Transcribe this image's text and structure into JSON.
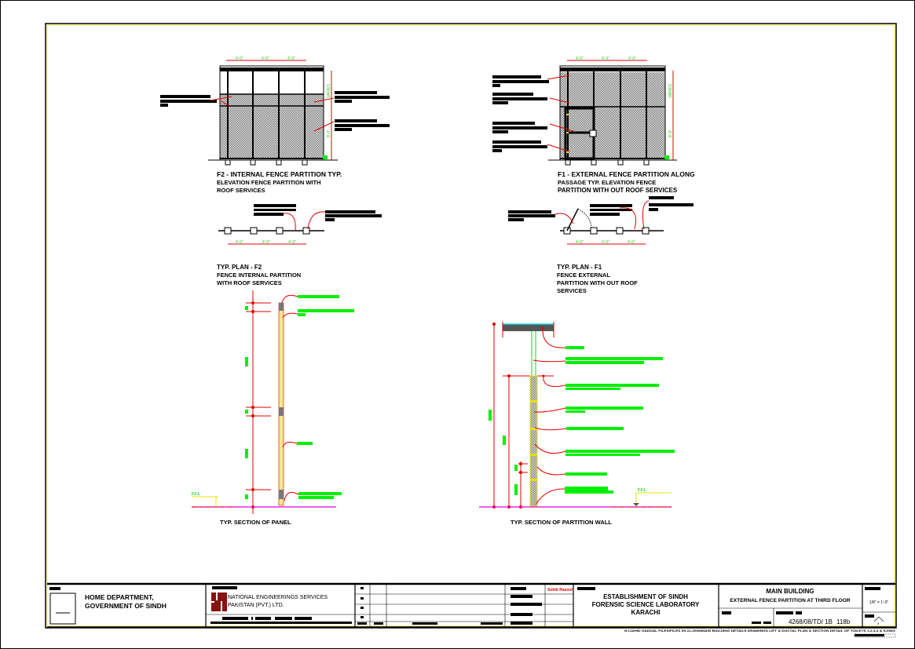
{
  "drawings": {
    "f2_elevation": {
      "title_lines": [
        "F2 - INTERNAL FENCE PARTITION TYP.",
        "ELEVATION FENCE PARTITION WITH",
        "ROOF SERVICES"
      ],
      "dims_top": [
        "4'-0\"",
        "4'-0\"",
        "4'-0\""
      ],
      "dims_right": [
        "VARIES",
        "8'-0\""
      ]
    },
    "f1_elevation": {
      "title_lines": [
        "F1 - EXTERNAL FENCE PARTITION ALONG",
        "PASSAGE TYP. ELEVATION FENCE",
        "PARTITION WITH OUT ROOF SERVICES"
      ],
      "dims_top": [
        "4'-0\"",
        "4'-0\"",
        "4'-0\""
      ],
      "dims_right": [
        "VARIES",
        "8'-0\""
      ]
    },
    "f2_plan": {
      "title_lines": [
        "TYP. PLAN - F2",
        "FENCE INTERNAL PARTITION",
        "WITH ROOF SERVICES"
      ],
      "dims": [
        "4'-0\"",
        "4'-0\"",
        "4'-0\""
      ]
    },
    "f1_plan": {
      "title_lines": [
        "TYP. PLAN  - F1",
        "FENCE EXTERNAL",
        "PARTITION WITH OUT ROOF",
        "SERVICES"
      ],
      "dims": [
        "4'-0\"",
        "4'-0\"",
        "4'-0\""
      ]
    },
    "panel_section": {
      "title": "TYP. SECTION OF PANEL",
      "level_label": "F.F.L"
    },
    "partition_section": {
      "title": "TYP. SECTION OF PARTITION WALL",
      "level_label": "F.F.L"
    }
  },
  "title_block": {
    "client_line1": "HOME DEPARTMENT,",
    "client_line2": "GOVERNMENT OF SINDH",
    "consultant_line1": "NATIONAL ENGINEERINGS SERVICES",
    "consultant_line2": "PAKISTAN (PVT.) LTD.",
    "signature": "Sohib Rasool",
    "project_line1": "ESTABLISHMENT OF SINDH",
    "project_line2": "FORENSIC SCIENCE LABORATORY",
    "project_line3": "KARACHI",
    "building": "MAIN BUILDING",
    "drawing_title": "EXTERNAL FENCE PARTITION AT THIRD FLOOR",
    "scale": "1/8\" = 1'-0\"",
    "drawing_number": "4268/08/TD/ 1B",
    "sheet": "118b",
    "revision": "0",
    "file_path": "N:\\JAHID GADDAL FILES\\FILES 05-11-2008\\MAIN BUILDING DETAILS DRAWINGS LIFT & DUCTAL PLAN & SECTION DETAIL OF TOILETS 1,2,3,4 & 5.DWG"
  },
  "colors": {
    "frame": "#000000",
    "frame_inner": "#e8e000",
    "dimension": "#e00000",
    "dimension_text": "#1fd11f",
    "annotation_highlight": "#00f000",
    "floor_line": "#e000e0",
    "panel_fill": "#f5e88a",
    "logo": "#8b1010"
  }
}
